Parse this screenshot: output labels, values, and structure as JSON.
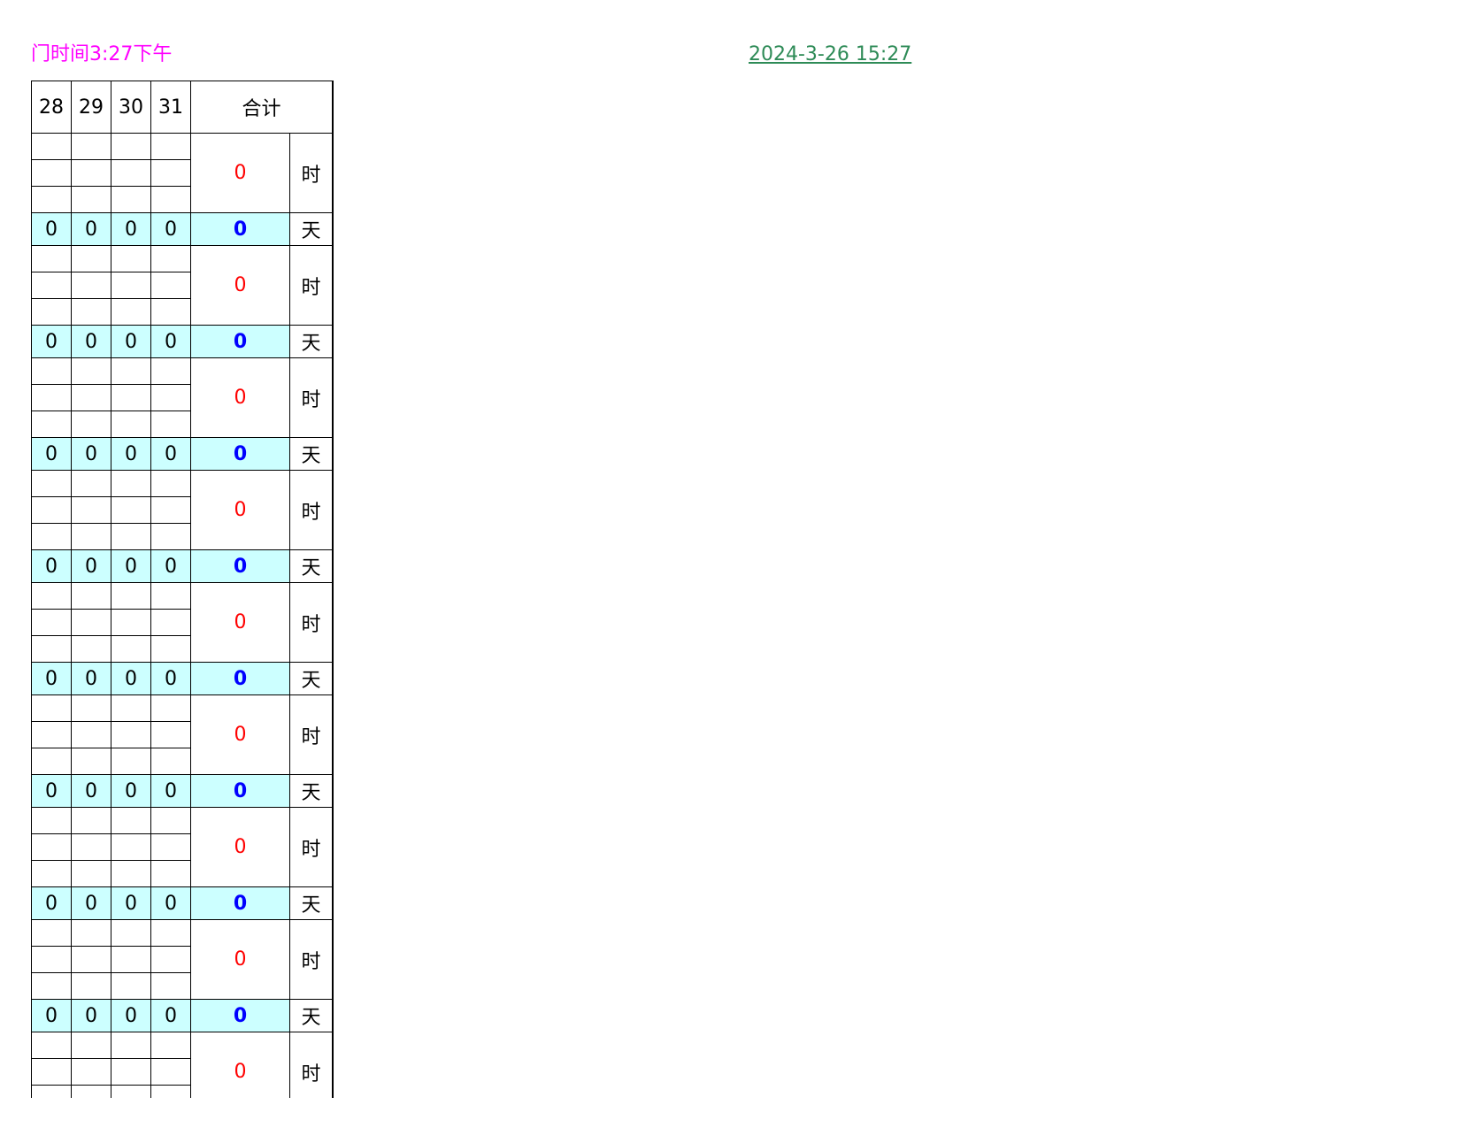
{
  "header": {
    "time_label": "门时间3:27下午",
    "timestamp": "2024-3-26 15:27"
  },
  "colors": {
    "time_label": "#ff00ff",
    "timestamp": "#2e8b57",
    "hours_value": "#ff0000",
    "days_value": "#0000ff",
    "day_row_bg": "#ccffff"
  },
  "table": {
    "day_columns": [
      "28",
      "29",
      "30",
      "31"
    ],
    "total_header": "合计",
    "hours_unit": "时",
    "days_unit": "天",
    "blocks": [
      {
        "hours_total": "0",
        "day_values": [
          "0",
          "0",
          "0",
          "0"
        ],
        "days_total": "0"
      },
      {
        "hours_total": "0",
        "day_values": [
          "0",
          "0",
          "0",
          "0"
        ],
        "days_total": "0"
      },
      {
        "hours_total": "0",
        "day_values": [
          "0",
          "0",
          "0",
          "0"
        ],
        "days_total": "0"
      },
      {
        "hours_total": "0",
        "day_values": [
          "0",
          "0",
          "0",
          "0"
        ],
        "days_total": "0"
      },
      {
        "hours_total": "0",
        "day_values": [
          "0",
          "0",
          "0",
          "0"
        ],
        "days_total": "0"
      },
      {
        "hours_total": "0",
        "day_values": [
          "0",
          "0",
          "0",
          "0"
        ],
        "days_total": "0"
      },
      {
        "hours_total": "0",
        "day_values": [
          "0",
          "0",
          "0",
          "0"
        ],
        "days_total": "0"
      },
      {
        "hours_total": "0",
        "day_values": [
          "0",
          "0",
          "0",
          "0"
        ],
        "days_total": "0"
      },
      {
        "hours_total": "0",
        "day_values": [],
        "days_total": ""
      }
    ]
  }
}
